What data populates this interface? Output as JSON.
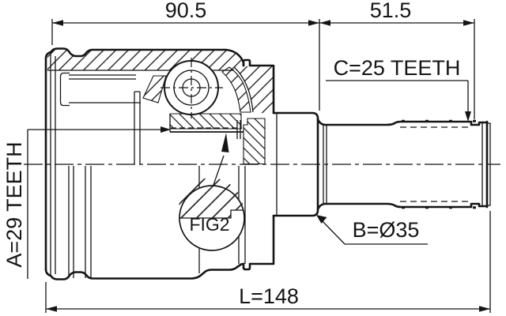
{
  "drawing": {
    "dimensions": {
      "housing_width": "90.5",
      "shaft_width": "51.5",
      "overall_length": "L=148"
    },
    "labels": {
      "inner_spline": "A=29 TEETH",
      "outer_spline": "C=25 TEETH",
      "shaft_diameter": "B=Ø35",
      "detail_callout": "FIG2"
    },
    "colors": {
      "line": "#151515",
      "background": "#ffffff"
    }
  }
}
